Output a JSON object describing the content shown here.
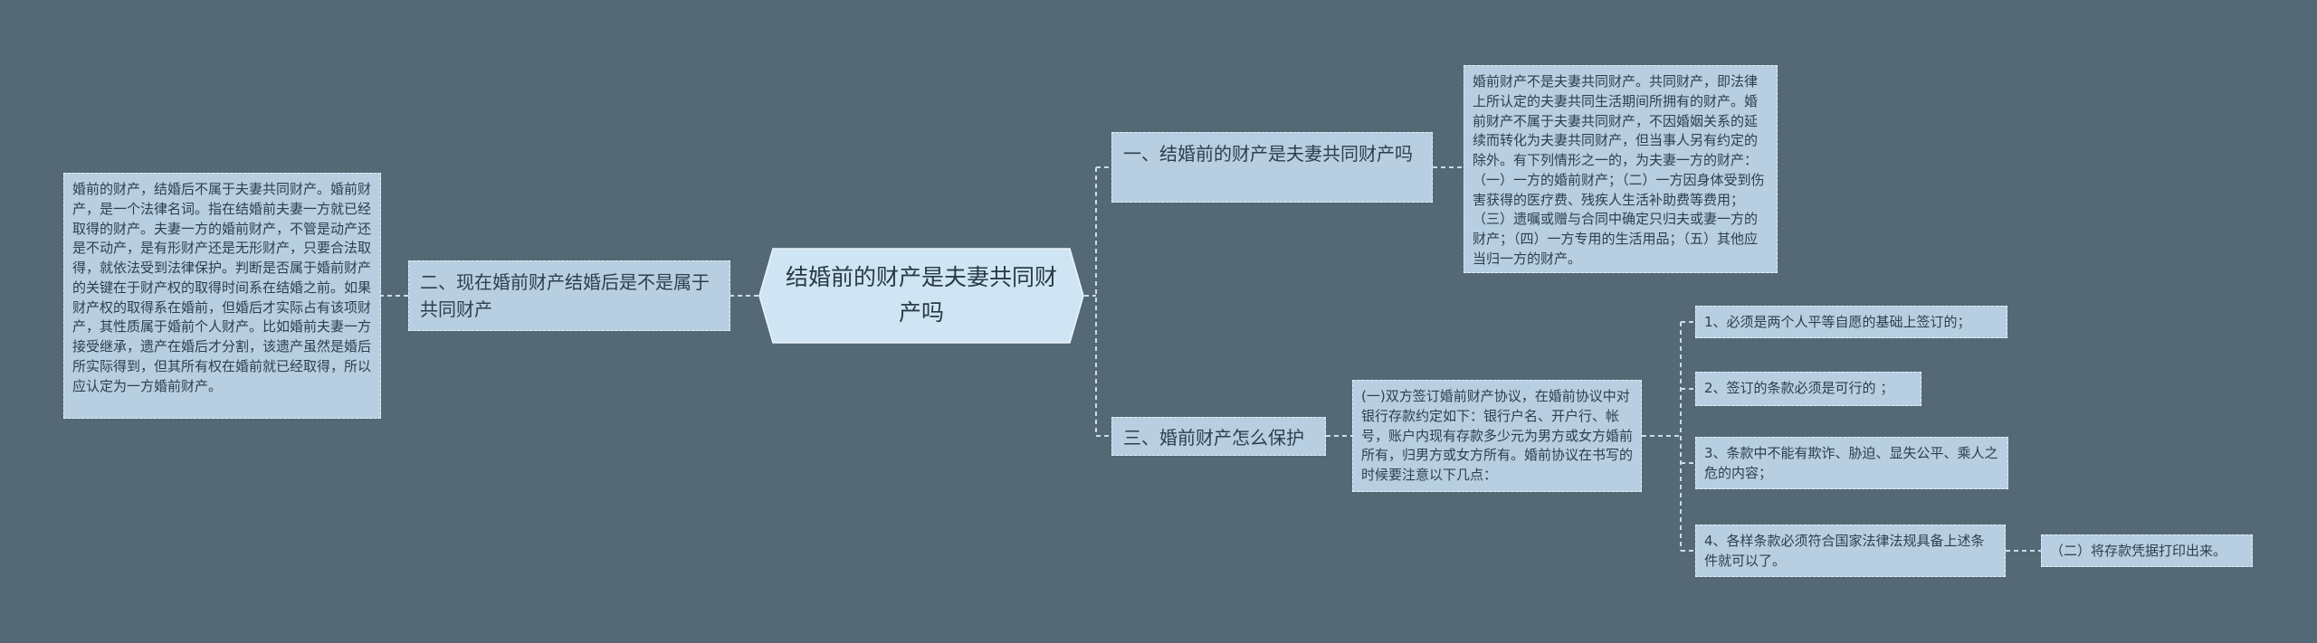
{
  "central": {
    "title": "结婚前的财产是夫妻共同财产吗"
  },
  "branches": {
    "b1": {
      "label": "一、结婚前的财产是夫妻共同财产吗",
      "detail": "婚前财产不是夫妻共同财产。共同财产，即法律上所认定的夫妻共同生活期间所拥有的财产。婚前财产不属于夫妻共同财产，不因婚姻关系的延续而转化为夫妻共同财产，但当事人另有约定的除外。有下列情形之一的，为夫妻一方的财产：（一）一方的婚前财产；（二）一方因身体受到伤害获得的医疗费、残疾人生活补助费等费用；（三）遗嘱或赠与合同中确定只归夫或妻一方的财产；（四）一方专用的生活用品；（五）其他应当归一方的财产。"
    },
    "b2": {
      "label": "二、现在婚前财产结婚后是不是属于共同财产",
      "detail": "婚前的财产，结婚后不属于夫妻共同财产。婚前财产，是一个法律名词。指在结婚前夫妻一方就已经取得的财产。夫妻一方的婚前财产，不管是动产还是不动产，是有形财产还是无形财产，只要合法取得，就依法受到法律保护。判断是否属于婚前财产的关键在于财产权的取得时间系在结婚之前。如果财产权的取得系在婚前，但婚后才实际占有该项财产，其性质属于婚前个人财产。比如婚前夫妻一方接受继承，遗产在婚后才分割，该遗产虽然是婚后所实际得到，但其所有权在婚前就已经取得，所以应认定为一方婚前财产。"
    },
    "b3": {
      "label": "三、婚前财产怎么保护",
      "detail": "(一)双方签订婚前财产协议，在婚前协议中对银行存款约定如下：银行户名、开户行、帐号，账户内现有存款多少元为男方或女方婚前所有，归男方或女方所有。婚前协议在书写的时候要注意以下几点：",
      "points": [
        "1、必须是两个人平等自愿的基础上签订的；",
        "2、签订的条款必须是可行的 ；",
        "3、条款中不能有欺诈、胁迫、显失公平、乘人之危的内容；",
        "4、各样条款必须符合国家法律法规具备上述条件就可以了。"
      ],
      "extra": "（二）将存款凭据打印出来。"
    }
  }
}
